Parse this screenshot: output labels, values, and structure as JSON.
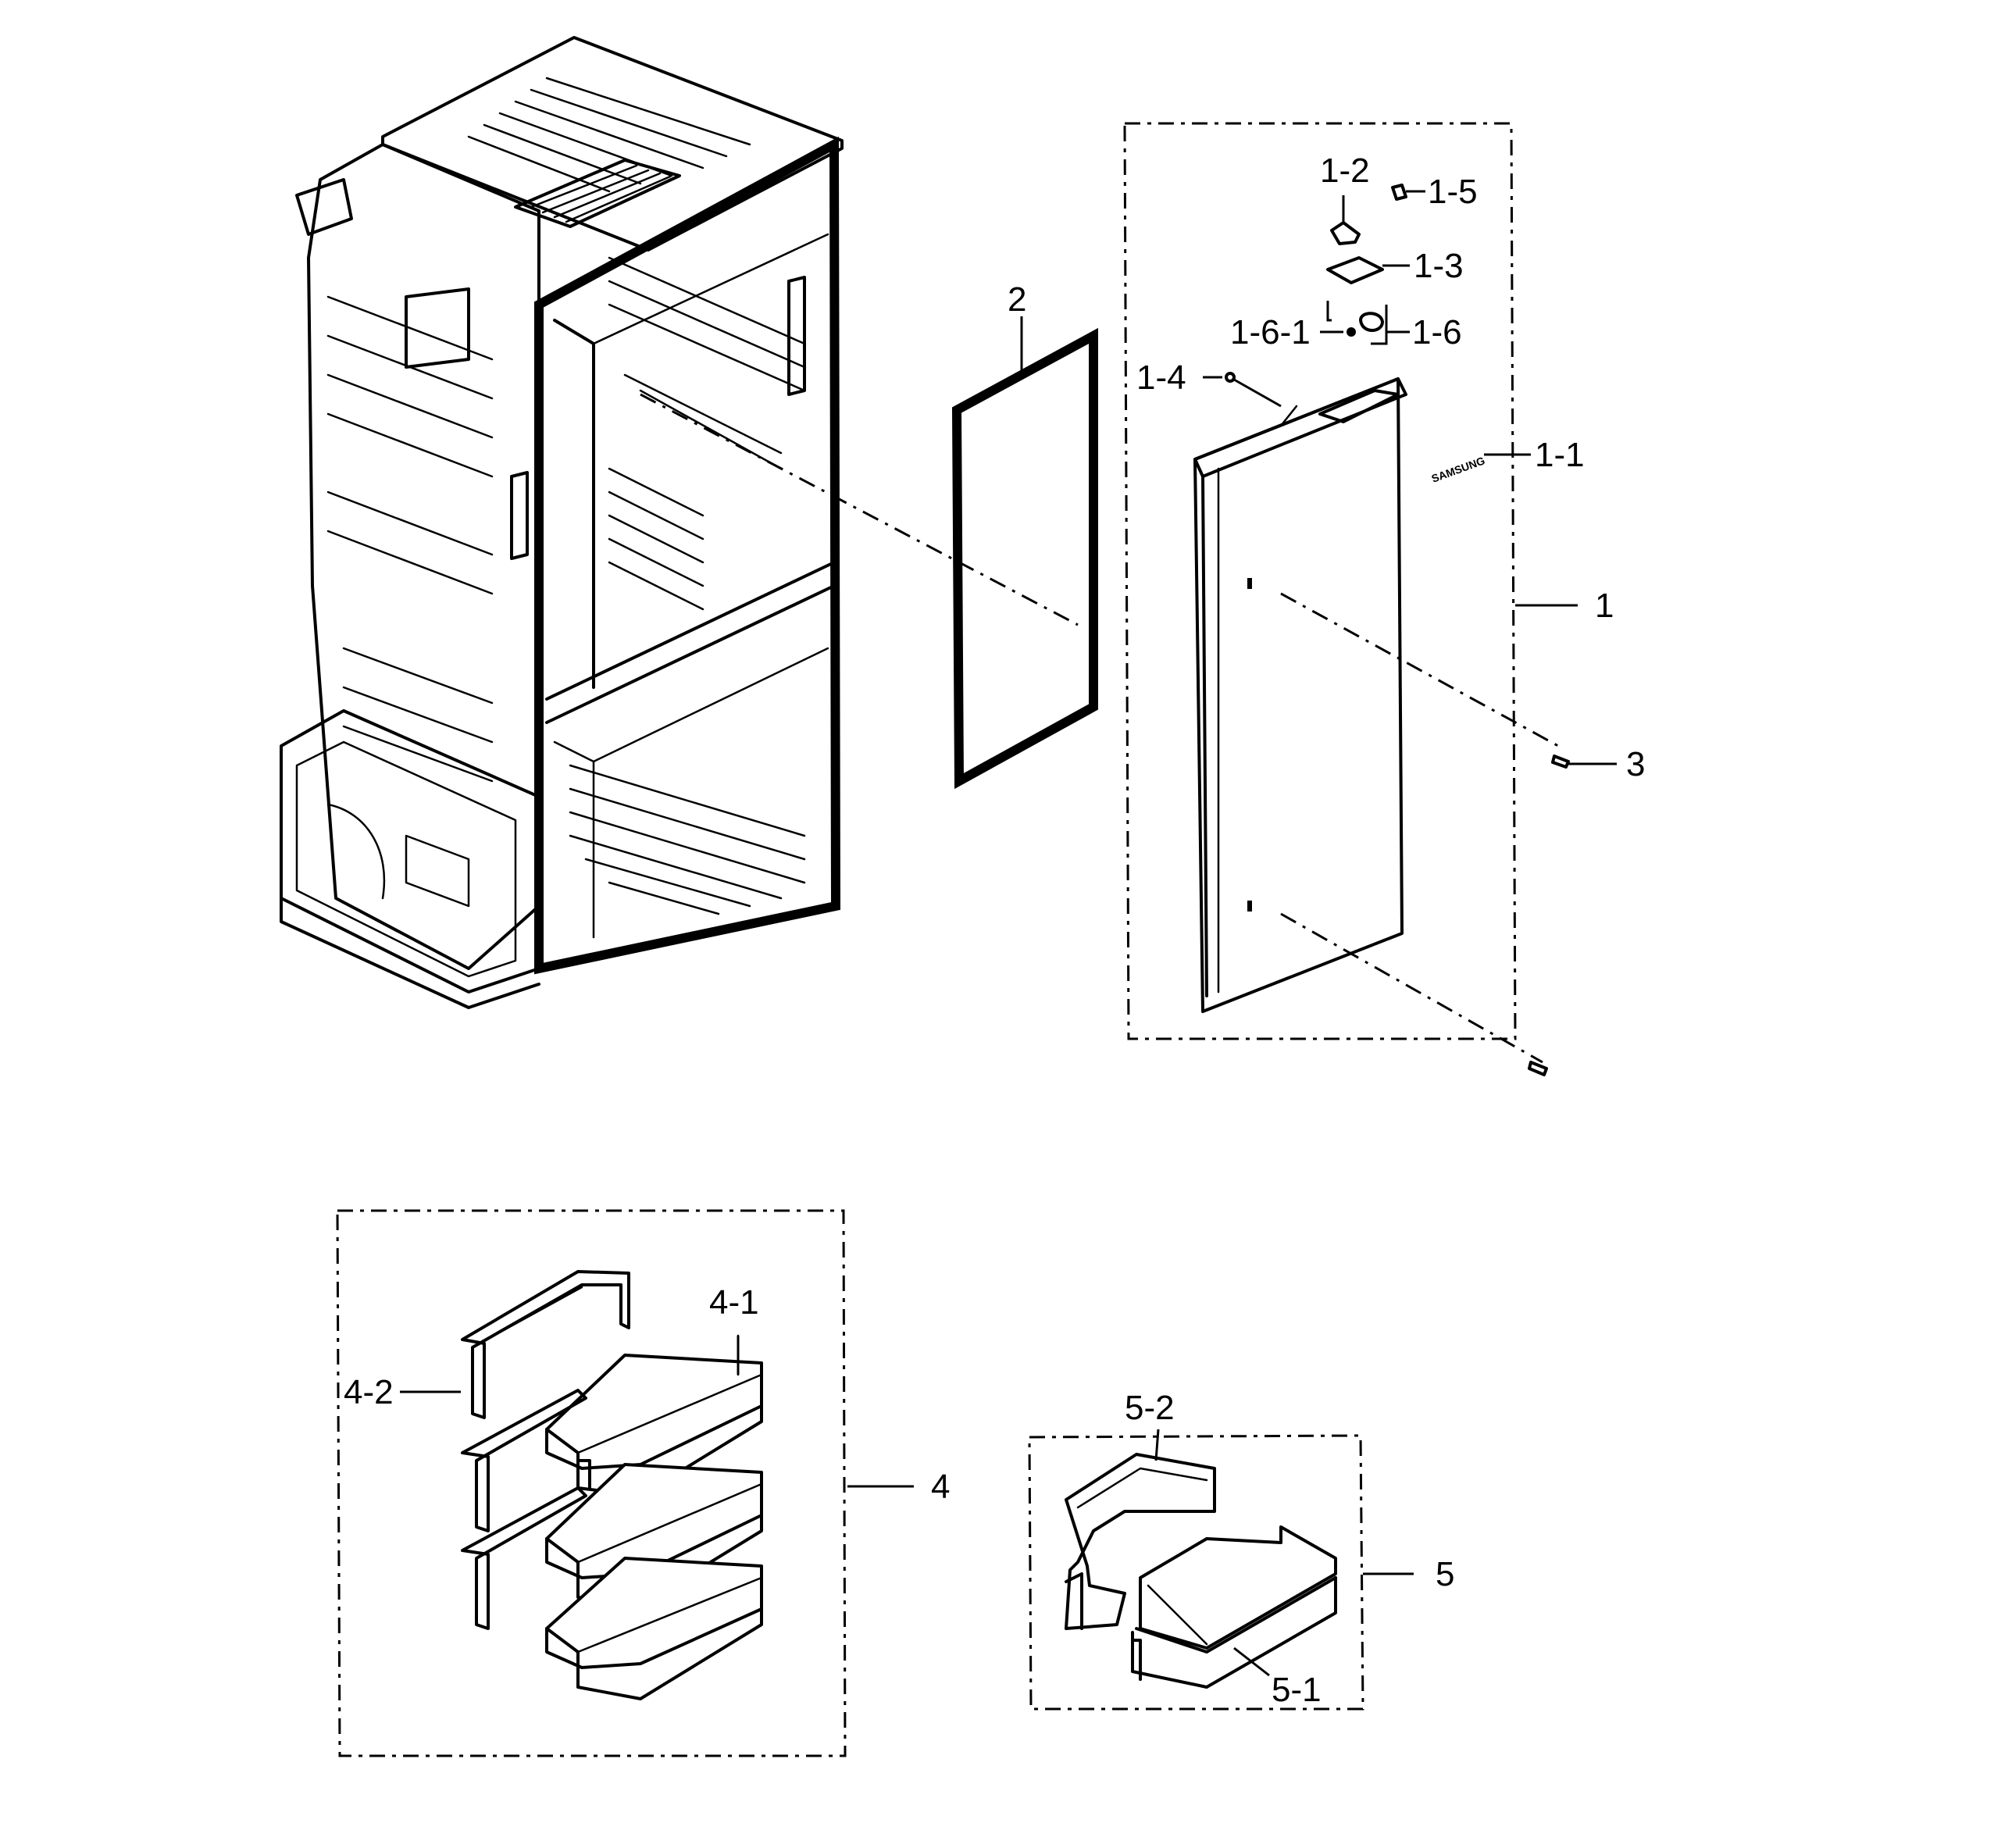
{
  "callouts": {
    "c1": "1",
    "c1_1": "1-1",
    "c1_2": "1-2",
    "c1_3": "1-3",
    "c1_4": "1-4",
    "c1_5": "1-5",
    "c1_6": "1-6",
    "c1_6_1": "1-6-1",
    "c2": "2",
    "c3": "3",
    "c4": "4",
    "c4_1": "4-1",
    "c4_2": "4-2",
    "c5": "5",
    "c5_1": "5-1",
    "c5_2": "5-2"
  },
  "door_logo": "SAMSUNG"
}
